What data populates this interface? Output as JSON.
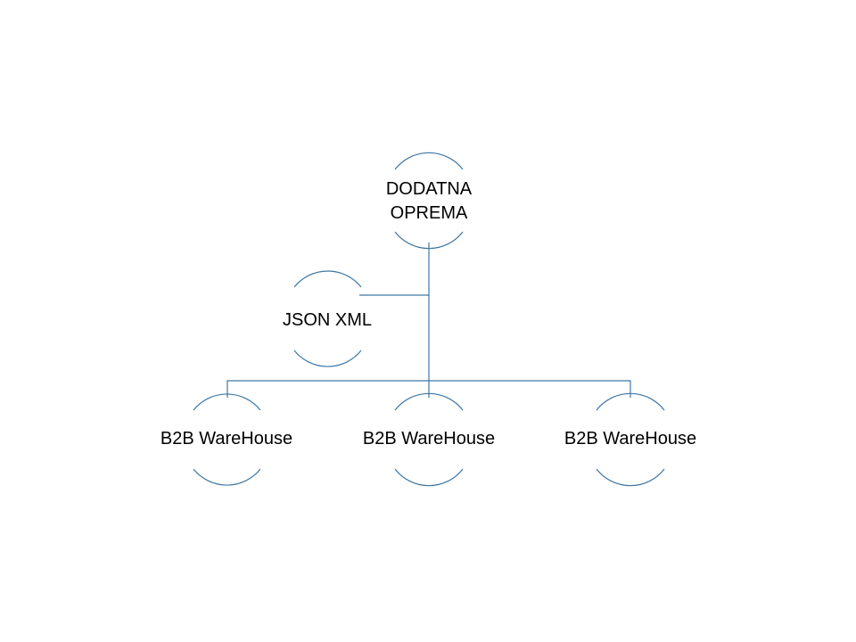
{
  "colors": {
    "stroke": "#3f77a4",
    "text": "#000000",
    "background": "#ffffff"
  },
  "root": {
    "label": "DODATNA\nOPREMA"
  },
  "assistant": {
    "label": "JSON XML"
  },
  "children": [
    {
      "label": "B2B WareHouse"
    },
    {
      "label": "B2B WareHouse"
    },
    {
      "label": "B2B WareHouse"
    }
  ]
}
